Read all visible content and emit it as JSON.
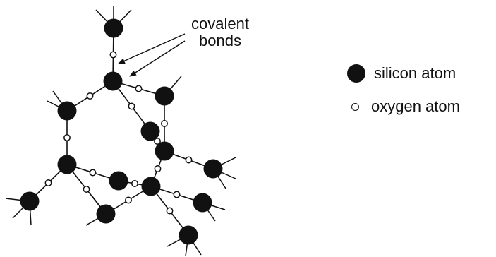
{
  "annotation": {
    "line1": "covalent",
    "line2": "bonds"
  },
  "legend": {
    "silicon_label": "silicon atom",
    "oxygen_label": "oxygen atom"
  },
  "colors": {
    "atom_fill": "#111111",
    "bond_stroke": "#111111",
    "background": "#ffffff"
  }
}
